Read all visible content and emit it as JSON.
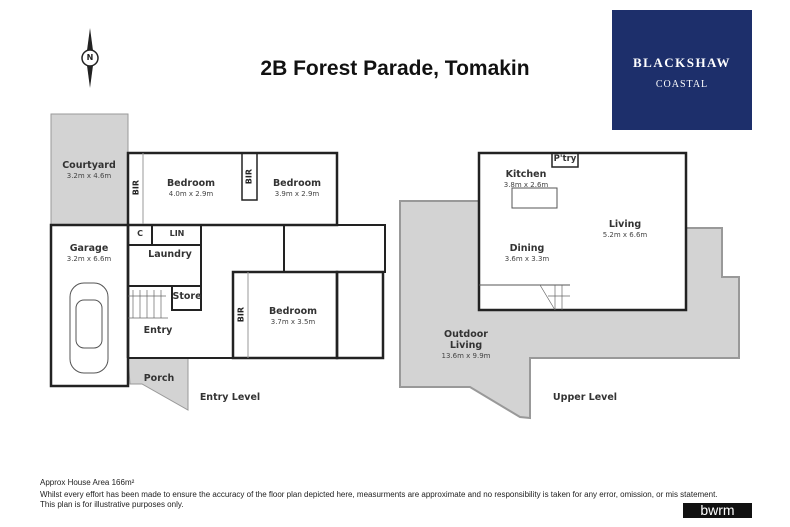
{
  "title": "2B Forest Parade, Tomakin",
  "logo": {
    "line1": "BLACKSHAW",
    "line2": "COASTAL",
    "color": "#1d2f6b"
  },
  "compass": {
    "label": "N"
  },
  "entry_level": {
    "label": "Entry Level",
    "rooms": [
      {
        "name": "Courtyard",
        "dim": "3.2m x 4.6m"
      },
      {
        "name": "Garage",
        "dim": "3.2m x 6.6m"
      },
      {
        "name": "Bedroom",
        "dim": "4.0m x 2.9m"
      },
      {
        "name": "Bedroom",
        "dim": "3.9m x 2.9m"
      },
      {
        "name": "Bedroom",
        "dim": "3.7m x 3.5m"
      },
      {
        "name": "Laundry"
      },
      {
        "name": "Store"
      },
      {
        "name": "Entry"
      },
      {
        "name": "Porch"
      },
      {
        "name": "C"
      },
      {
        "name": "LIN"
      },
      {
        "name": "BIR"
      },
      {
        "name": "BIR"
      },
      {
        "name": "BIR"
      }
    ]
  },
  "upper_level": {
    "label": "Upper Level",
    "rooms": [
      {
        "name": "Kitchen",
        "dim": "3.8m x 2.6m"
      },
      {
        "name": "P'try"
      },
      {
        "name": "Living",
        "dim": "5.2m x 6.6m"
      },
      {
        "name": "Dining",
        "dim": "3.6m x 3.3m"
      },
      {
        "name": "Outdoor Living",
        "dim": "13.6m x 9.9m"
      }
    ]
  },
  "footer": {
    "area": "Approx House Area 166m²",
    "disclaimer": "Whilst every effort has been made to ensure the accuracy of the floor plan depicted here, measurments are approximate and no responsibility is taken for any error, omission, or mis statement.",
    "note": "This plan is for illustrative purposes only.",
    "brand": "bwrm"
  }
}
